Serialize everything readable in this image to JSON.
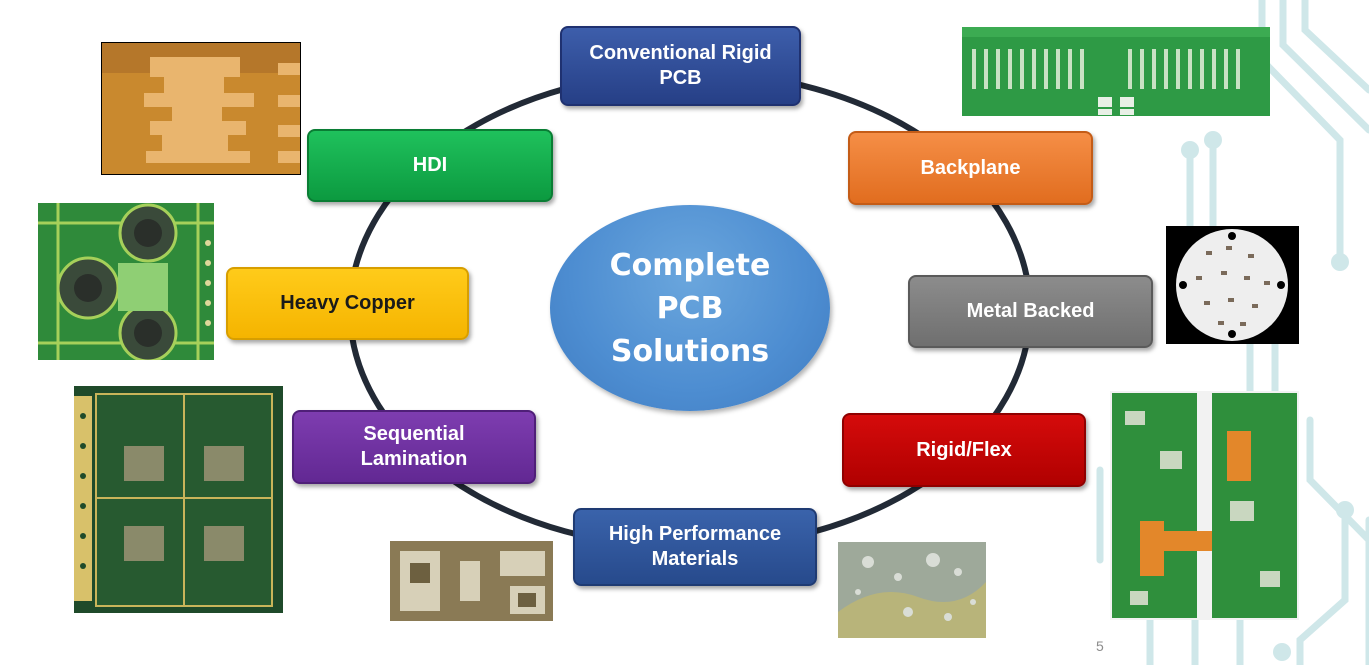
{
  "slide": {
    "center_label": "Complete\nPCB\nSolutions",
    "page_number": "5"
  },
  "nodes": {
    "conventional_rigid": "Conventional Rigid\nPCB",
    "hdi": "HDI",
    "backplane": "Backplane",
    "heavy_copper": "Heavy Copper",
    "metal_backed": "Metal Backed",
    "sequential_lamination": "Sequential\nLamination",
    "rigid_flex": "Rigid/Flex",
    "high_performance": "High Performance\nMaterials"
  },
  "colors": {
    "ring": "#222a36",
    "conventional_rigid": "#2f4f9c",
    "hdi": "#12b04c",
    "backplane": "#ee7d30",
    "heavy_copper": "#ffc000",
    "metal_backed": "#7f7f7f",
    "sequential_lamination": "#7131a1",
    "rigid_flex": "#c00000",
    "high_performance": "#2f5597",
    "center": "#4d8dd1",
    "circuit_decor": "#cfe7e9"
  }
}
